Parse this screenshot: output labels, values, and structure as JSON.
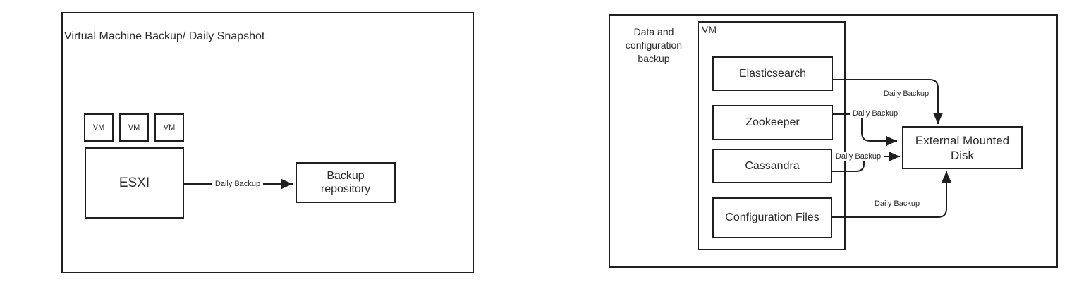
{
  "left_panel": {
    "title": "Virtual Machine Backup/ Daily Snapshot",
    "vm_boxes": [
      "VM",
      "VM",
      "VM"
    ],
    "esxi_label": "ESXI",
    "backup_arrow_label": "Daily Backup",
    "backup_repository_label": "Backup repository"
  },
  "right_panel": {
    "caption": "Data and configuration backup",
    "vm_container_label": "VM",
    "services": [
      "Elasticsearch",
      "Zookeeper",
      "Cassandra",
      "Configuration Files"
    ],
    "external_disk_label": "External Mounted Disk",
    "arrow_labels": {
      "elasticsearch": "Daily Backup",
      "zookeeper": "Daily Backup",
      "cassandra": "Daily Backup",
      "configuration_files": "Daily Backup"
    }
  },
  "colors": {
    "stroke": "#1f1f1f",
    "text": "#2b2b2b",
    "background": "#ffffff"
  }
}
